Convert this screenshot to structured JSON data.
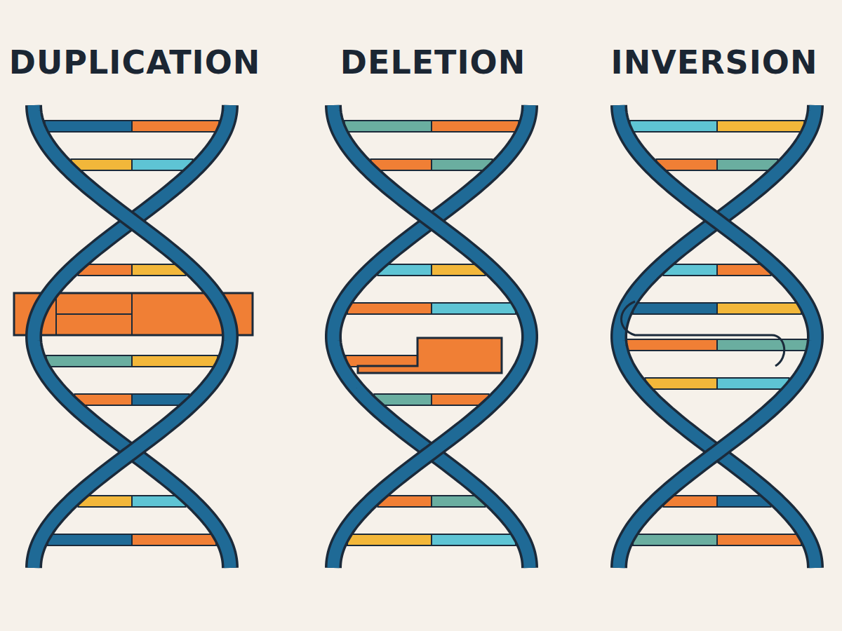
{
  "diagram": {
    "labels": [
      "DUPLICATION",
      "DELETION",
      "INVERSION"
    ]
  }
}
